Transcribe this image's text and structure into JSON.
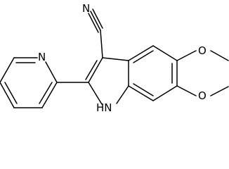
{
  "molecule": {
    "atom_labels": {
      "nitrile_nitrogen": "N",
      "pyridine_nitrogen": "N",
      "indole_nh": "HN",
      "upper_methoxy_oxygen": "O",
      "lower_methoxy_oxygen": "O"
    }
  }
}
